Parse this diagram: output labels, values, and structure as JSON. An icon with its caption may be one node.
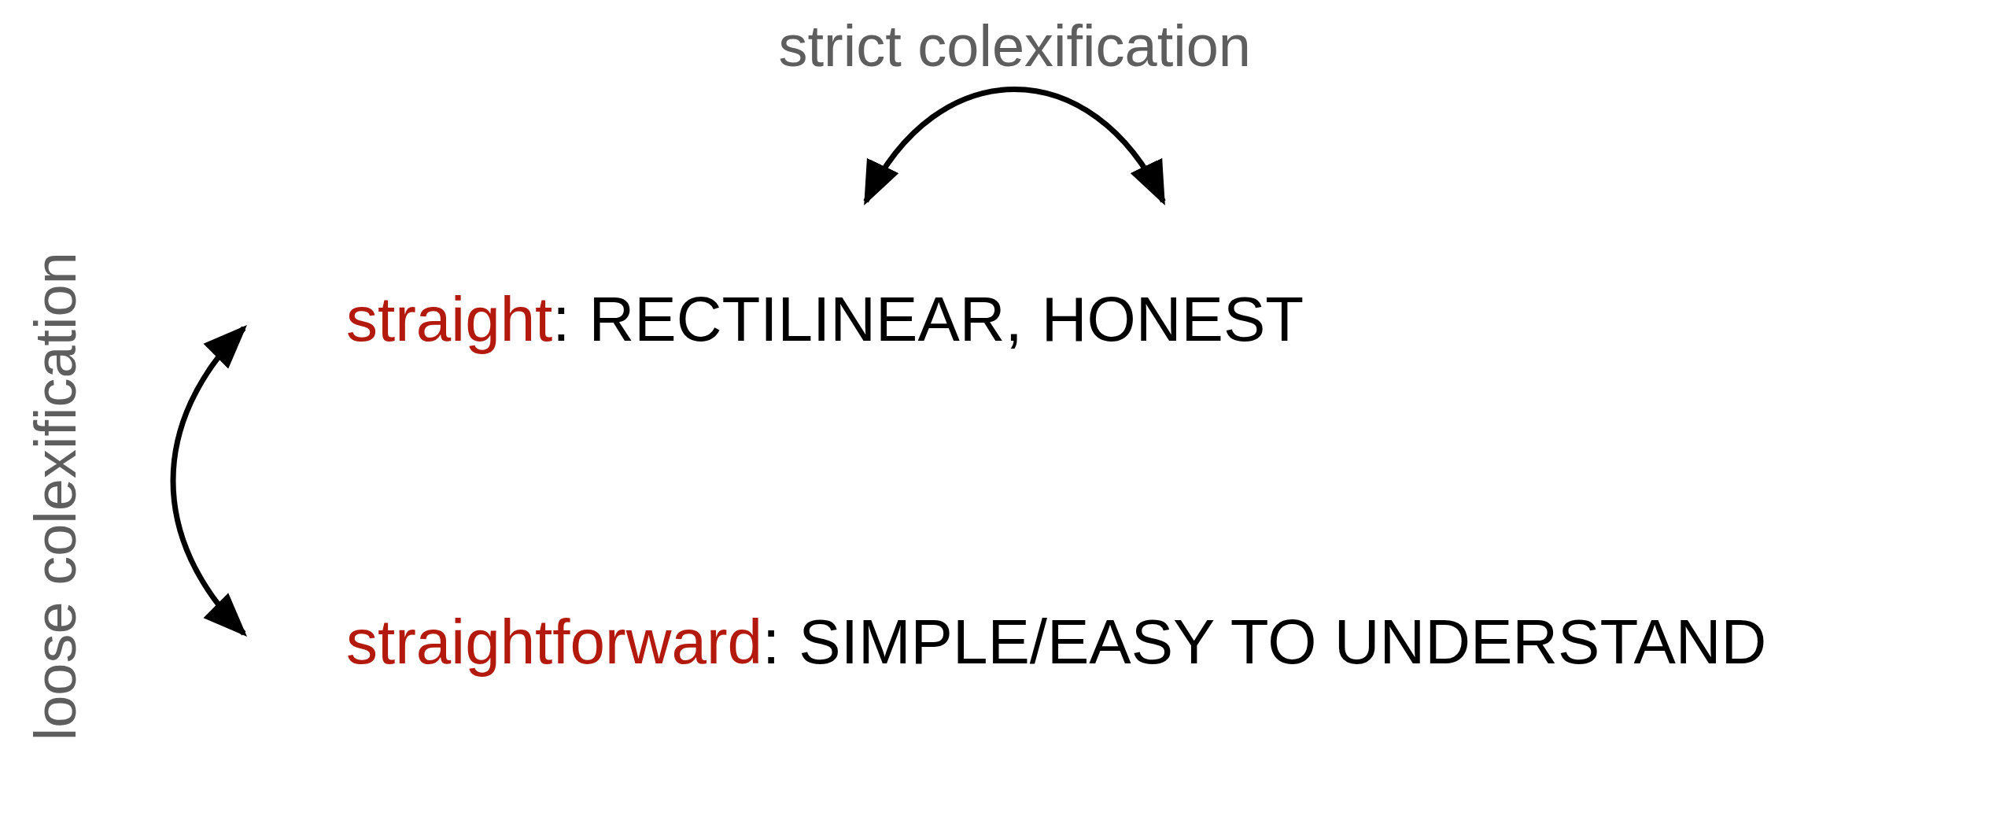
{
  "diagram": {
    "nodes": [
      {
        "text": [
          "straight"
        ]
      },
      {
        "text": [
          "RECTILINEAR"
        ]
      },
      {
        "text": [
          "HONEST"
        ]
      },
      {
        "text": [
          "straightforward"
        ]
      }
    ],
    "edges": [
      {
        "from": 1,
        "to": 2,
        "arrow": "both",
        "label": "strict colexification"
      },
      {
        "from": 0,
        "to": 3,
        "arrow": "both",
        "label": "loose colexification"
      }
    ],
    "labels": [
      ":",
      ",",
      ":",
      "SIMPLE/EASY TO UNDERSTAND"
    ]
  }
}
